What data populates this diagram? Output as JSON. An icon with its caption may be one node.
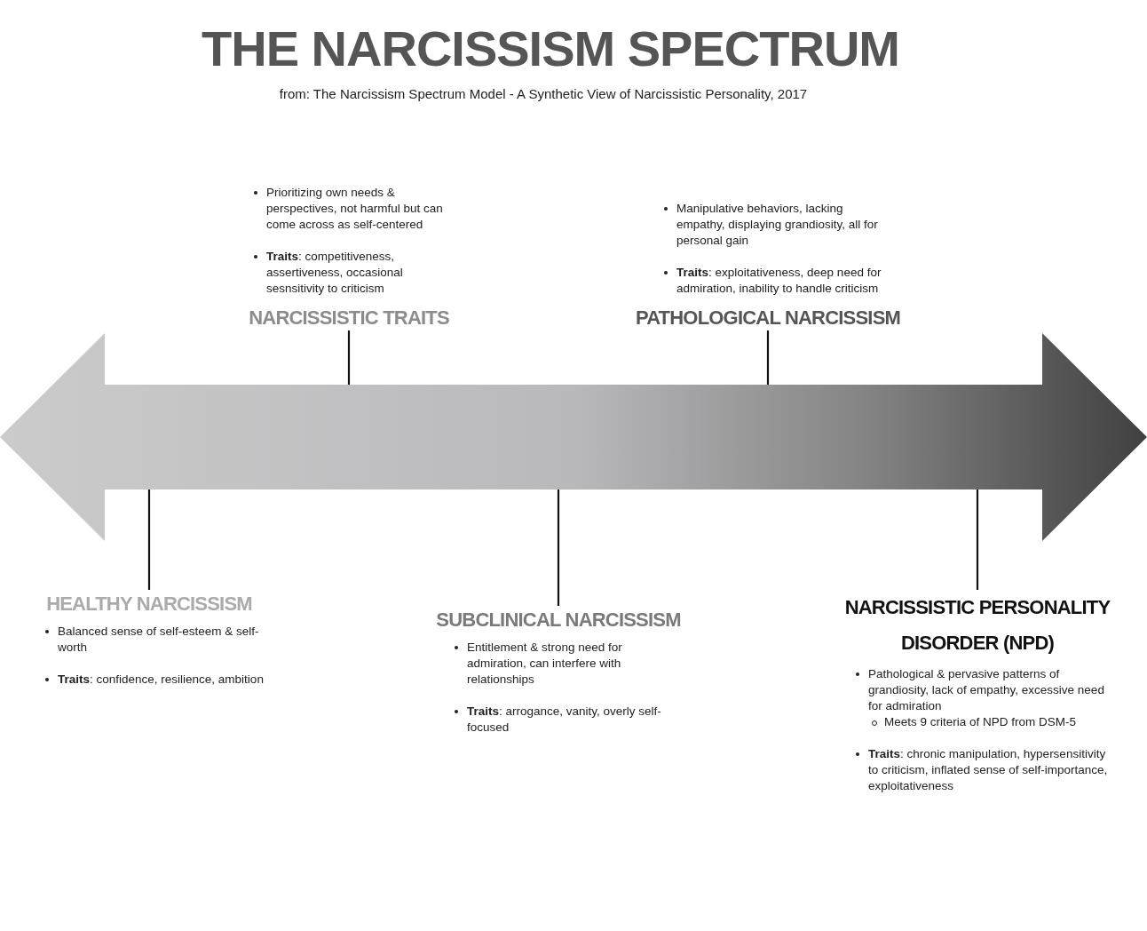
{
  "diagram": {
    "title": "THE NARCISSISM SPECTRUM",
    "caption": "from: The Narcissism Spectrum Model - A Synthetic View of Narcissistic Personality, 2017",
    "nodes": [
      {
        "text": [],
        "shape": "arrow"
      },
      {
        "text": [
          "Prioritizing own needs & perspectives, not harmful but can come across as self-centered",
          "**Traits**: competitiveness, assertiveness, occasional sesnsitivity to criticism",
          "NARCISSISTIC TRAITS"
        ]
      },
      {
        "text": [
          "Manipulative behaviors, lacking empathy, displaying grandiosity, all for personal gain",
          "**Traits**: exploitativeness, deep need for admiration, inability to handle criticism",
          "PATHOLOGICAL NARCISSISM"
        ]
      },
      {
        "text": [
          "HEALTHY NARCISSISM",
          "Balanced sense of self-esteem & self-worth",
          "**Traits**: confidence, resilience, ambition"
        ]
      },
      {
        "text": [
          "SUBCLINICAL NARCISSISM",
          "Entitlement & strong need for admiration, can interfere with relationships",
          "**Traits**: arrogance, vanity, overly self-focused"
        ]
      },
      {
        "text": [
          "NARCISSISTIC PERSONALITY DISORDER (NPD)",
          "Pathological & pervasive patterns of grandiosity, lack of empathy, excessive need for admiration",
          "Meets 9 criteria of NPD from DSM-5",
          "**Traits**: chronic manipulation, hypersensitivity to criticism, inflated sense of self-importance, exploitativeness"
        ]
      }
    ],
    "edges": [
      {
        "from": 1,
        "to": 0,
        "arrow": "none"
      },
      {
        "from": 2,
        "to": 0,
        "arrow": "none"
      },
      {
        "from": 3,
        "to": 0,
        "arrow": "none"
      },
      {
        "from": 4,
        "to": 0,
        "arrow": "none"
      },
      {
        "from": 5,
        "to": 0,
        "arrow": "none"
      }
    ]
  }
}
